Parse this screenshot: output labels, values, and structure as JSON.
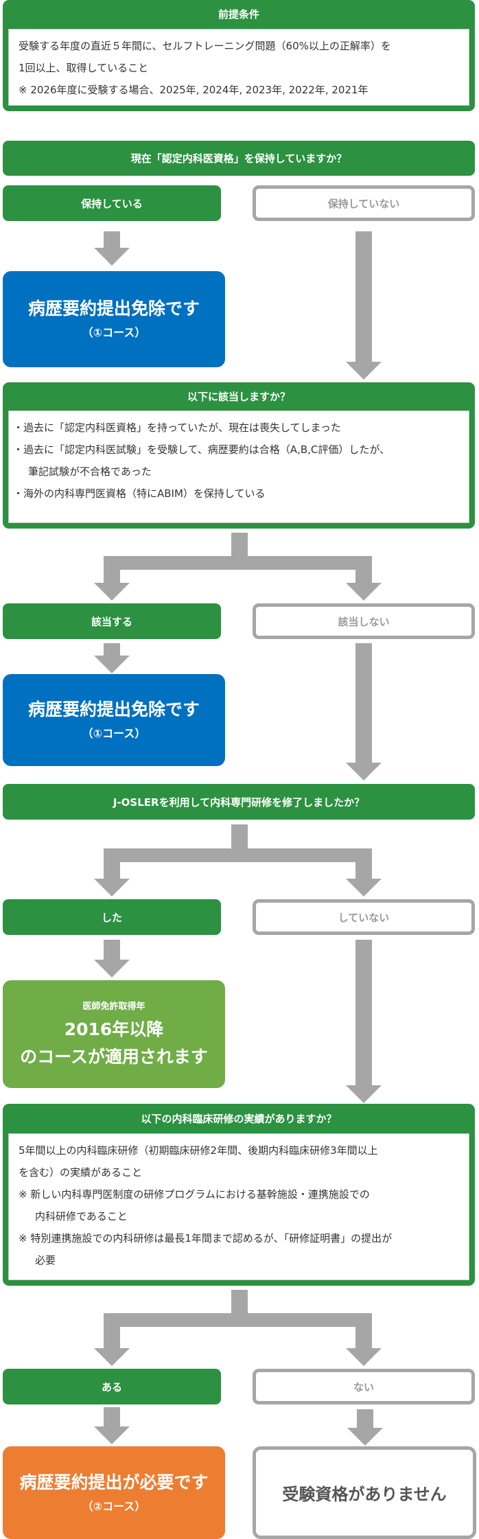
{
  "colors": {
    "green": "#2c9140",
    "blue": "#0070c0",
    "light_green": "#70ad47",
    "orange": "#ed7d31",
    "gray": "#a6a6a6"
  },
  "premise": {
    "title": "前提条件",
    "lines": [
      "受験する年度の直近５年間に、セルフトレーニング問題（60%以上の正解率）を",
      "1回以上、取得していること",
      "※ 2026年度に受験する場合、2025年, 2024年, 2023年, 2022年, 2021年"
    ]
  },
  "q1": {
    "question": "現在「認定内科医資格」を保持していますか？",
    "yes": "保持している",
    "no": "保持していない"
  },
  "result_exempt_1": {
    "title": "病歴要約提出免除です",
    "sub": "（①コース）"
  },
  "q2": {
    "question": "以下に該当しますか？",
    "lines": [
      "・過去に「認定内科医資格」を持っていたが、現在は喪失してしまった",
      "・過去に「認定内科医試験」を受験して、病歴要約は合格（A,B,C評価）したが、",
      "筆記試験が不合格であった",
      "・海外の内科専門医資格（特にABIM）を保持している"
    ],
    "yes": "該当する",
    "no": "該当しない"
  },
  "result_exempt_2": {
    "title": "病歴要約提出免除です",
    "sub": "（①コース）"
  },
  "q3": {
    "question": "J-OSLERを利用して内科専門研修を修了しましたか？",
    "yes": "した",
    "no": "していない"
  },
  "result_2016": {
    "label": "医師免許取得年",
    "title": "2016年以降",
    "title2": "のコースが適用されます"
  },
  "q4": {
    "question": "以下の内科臨床研修の実績がありますか？",
    "lines": [
      "5年間以上の内科臨床研修（初期臨床研修2年間、後期内科臨床研修3年間以上",
      "を含む）の実績があること",
      "※ 新しい内科専門医制度の研修プログラムにおける基幹施設・連携施設での",
      "内科研修であること",
      "※ 特別連携施設での内科研修は最長1年間まで認めるが、「研修証明書」の提出が",
      "必要"
    ],
    "yes": "ある",
    "no": "ない"
  },
  "result_required": {
    "title": "病歴要約提出が必要です",
    "sub": "（②コース）"
  },
  "result_ineligible": {
    "title": "受験資格がありません"
  }
}
